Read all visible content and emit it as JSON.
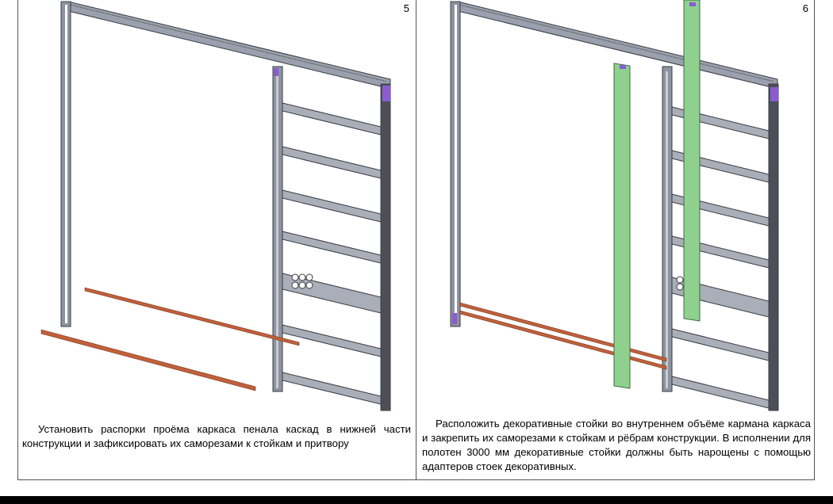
{
  "panels": [
    {
      "step": "5",
      "caption": "Установить распорки проёма каркаса пенала каскад в нижней части конструкции и зафиксировать их саморезами к стойкам и притвору"
    },
    {
      "step": "6",
      "caption": "Расположить декоративные стойки во внутреннем объёме кармана каркаса и закрепить их саморезами к стойкам и рёбрам конструкции. В исполнении для полотен 3000 мм декоративные стойки должны быть нарощены с помощью адаптеров стоек декоративных."
    }
  ],
  "colors": {
    "frame": "#9aa0ad",
    "frame_dark": "#3a3c44",
    "spreader": "#c0603a",
    "decorative_post": "#8fd08f",
    "bracket": "#8a5ccf"
  }
}
